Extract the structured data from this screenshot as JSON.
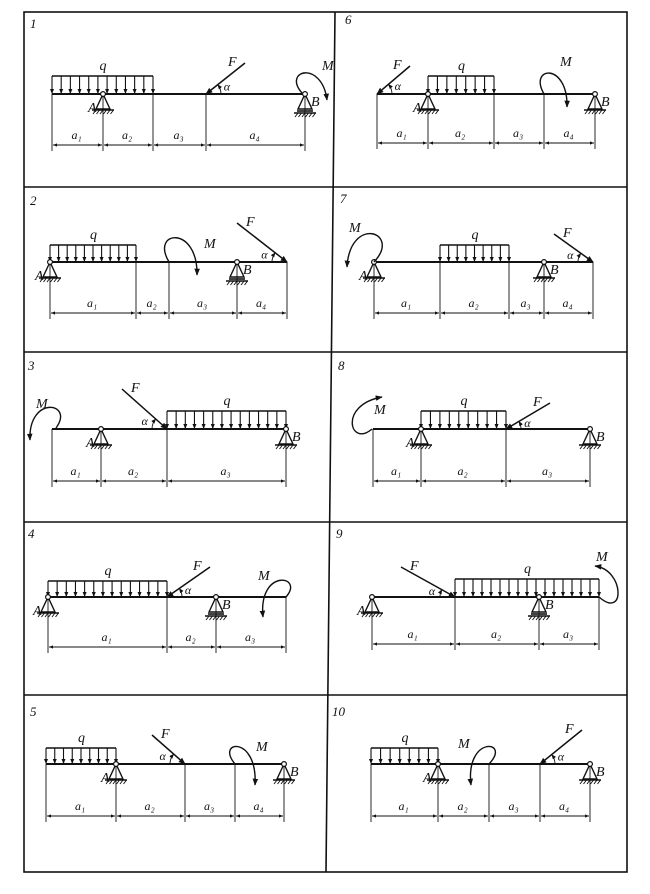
{
  "panels": [
    {
      "number": "1",
      "q": "q",
      "F": "F",
      "M": "M",
      "alpha": "α",
      "supports": [
        "A",
        "B"
      ],
      "dims": [
        "a₁",
        "a₂",
        "a₃",
        "a₄"
      ]
    },
    {
      "number": "2",
      "q": "q",
      "F": "F",
      "M": "M",
      "alpha": "α",
      "supports": [
        "A",
        "B"
      ],
      "dims": [
        "a₁",
        "a₂",
        "a₃",
        "a₄"
      ]
    },
    {
      "number": "3",
      "q": "q",
      "F": "F",
      "M": "M",
      "alpha": "α",
      "supports": [
        "A",
        "B"
      ],
      "dims": [
        "a₁",
        "a₂",
        "a₃"
      ]
    },
    {
      "number": "4",
      "q": "q",
      "F": "F",
      "M": "M",
      "alpha": "α",
      "supports": [
        "A",
        "B"
      ],
      "dims": [
        "a₁",
        "a₂",
        "a₃"
      ]
    },
    {
      "number": "5",
      "q": "q",
      "F": "F",
      "M": "M",
      "alpha": "α",
      "supports": [
        "A",
        "B"
      ],
      "dims": [
        "a₁",
        "a₂",
        "a₃",
        "a₄"
      ]
    },
    {
      "number": "6",
      "q": "q",
      "F": "F",
      "M": "M",
      "alpha": "α",
      "supports": [
        "A",
        "B"
      ],
      "dims": [
        "a₁",
        "a₂",
        "a₃",
        "a₄"
      ]
    },
    {
      "number": "7",
      "q": "q",
      "F": "F",
      "M": "M",
      "alpha": "α",
      "supports": [
        "A",
        "B"
      ],
      "dims": [
        "a₁",
        "a₂",
        "a₃",
        "a₄"
      ]
    },
    {
      "number": "8",
      "q": "q",
      "F": "F",
      "M": "M",
      "alpha": "α",
      "supports": [
        "A",
        "B"
      ],
      "dims": [
        "a₁",
        "a₂",
        "a₃"
      ]
    },
    {
      "number": "9",
      "q": "q",
      "F": "F",
      "M": "M",
      "alpha": "α",
      "supports": [
        "A",
        "B"
      ],
      "dims": [
        "a₁",
        "a₂",
        "a₃"
      ]
    },
    {
      "number": "10",
      "q": "q",
      "F": "F",
      "M": "M",
      "alpha": "α",
      "supports": [
        "A",
        "B"
      ],
      "dims": [
        "a₁",
        "a₂",
        "a₃",
        "a₄"
      ]
    }
  ]
}
